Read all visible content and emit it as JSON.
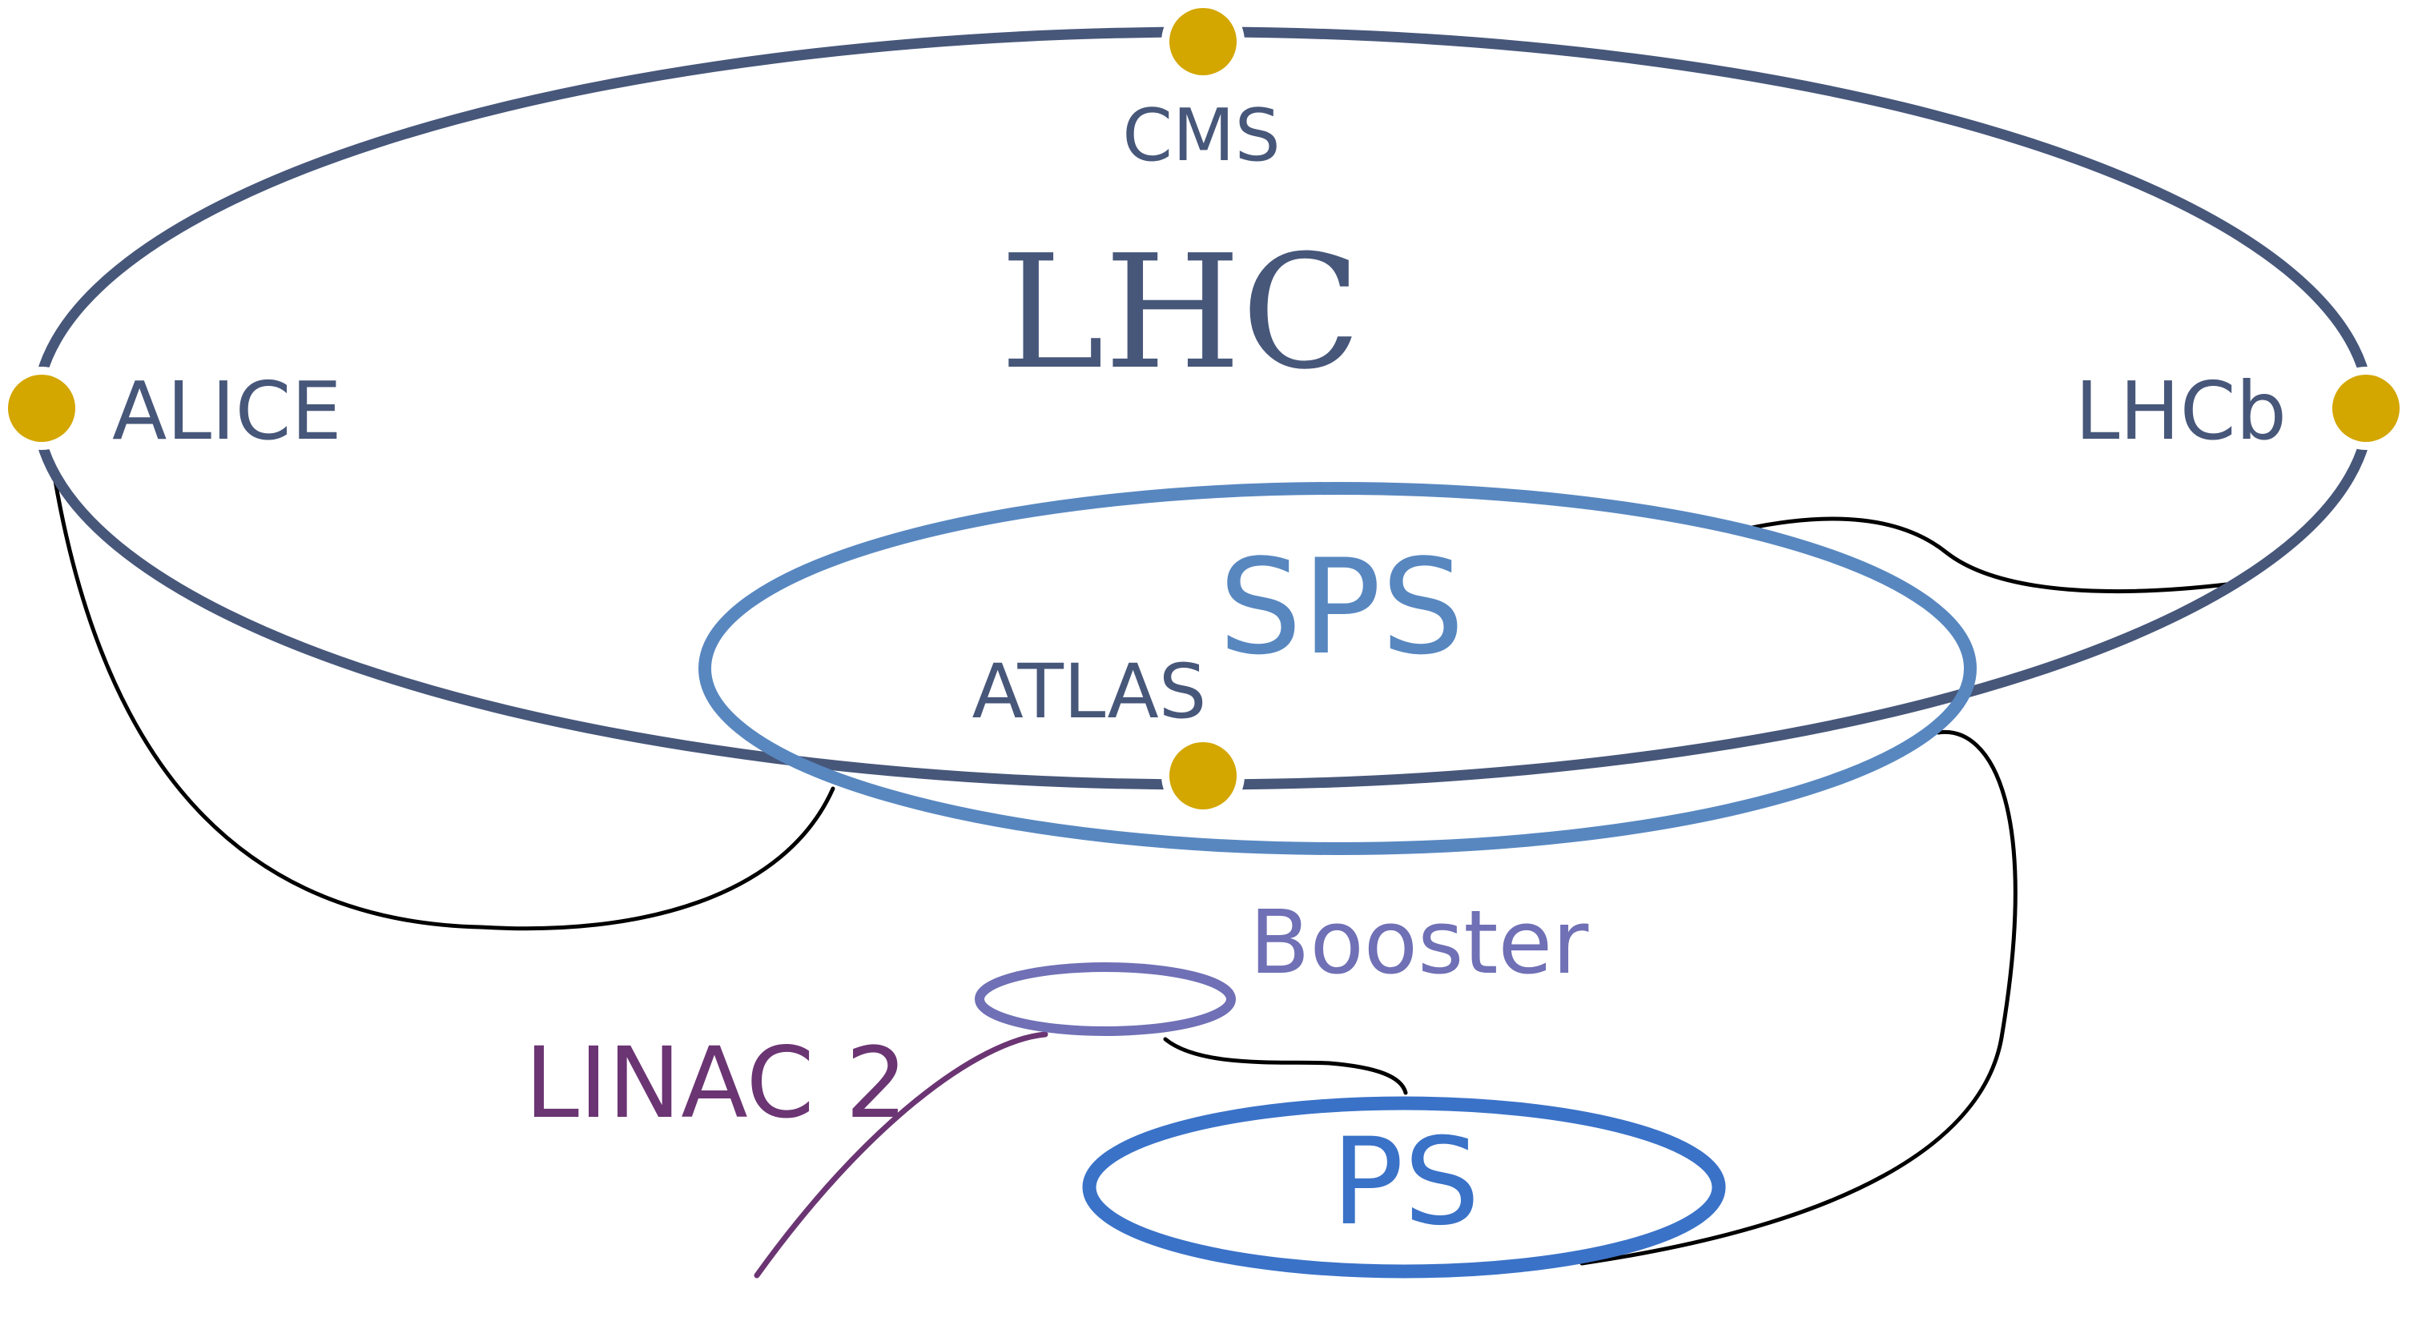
{
  "labels": {
    "lhc": "LHC",
    "cms": "CMS",
    "alice": "ALICE",
    "lhcb": "LHCb",
    "atlas": "ATLAS",
    "sps": "SPS",
    "booster": "Booster",
    "ps": "PS",
    "linac2": "LINAC 2"
  },
  "colors": {
    "lhc_ring": "#47577a",
    "sps_ring": "#5887c0",
    "booster_ring": "#6f70b5",
    "ps_ring": "#3a72c8",
    "linac": "#6b3573",
    "experiment_dot": "#d3a600",
    "transfer_line": "#000000",
    "background": "#ffffff"
  },
  "experiments": [
    "CMS",
    "ALICE",
    "LHCb",
    "ATLAS"
  ]
}
